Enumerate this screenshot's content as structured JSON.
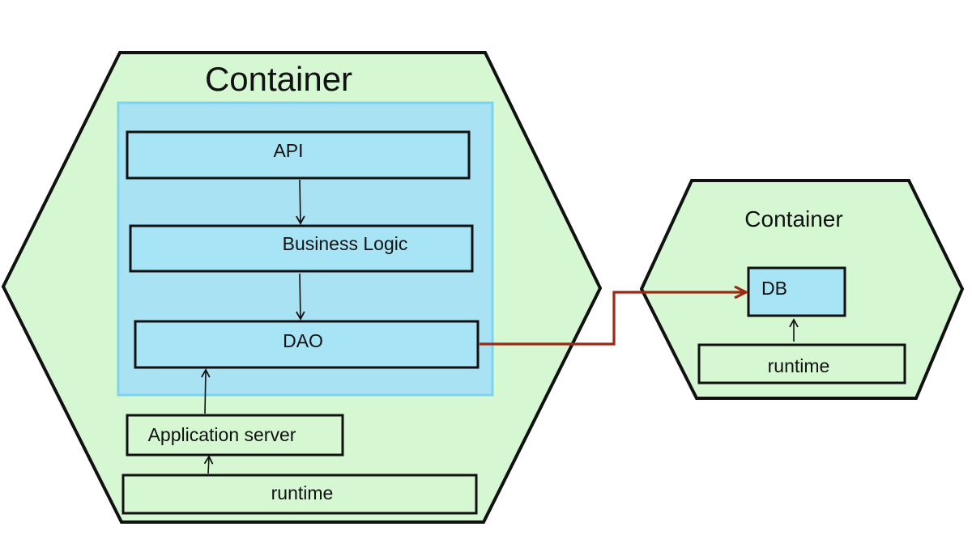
{
  "diagram": {
    "app_container": {
      "title": "Container",
      "layers": {
        "api": "API",
        "business_logic": "Business Logic",
        "dao": "DAO"
      },
      "app_server": "Application server",
      "runtime": "runtime"
    },
    "db_container": {
      "title": "Container",
      "db": "DB",
      "runtime": "runtime"
    }
  },
  "colors": {
    "container_fill": "#d5f7d2",
    "layer_fill": "#a6e4f6",
    "panel_fill": "#a9e2f2",
    "connection": "#9b2a14"
  }
}
